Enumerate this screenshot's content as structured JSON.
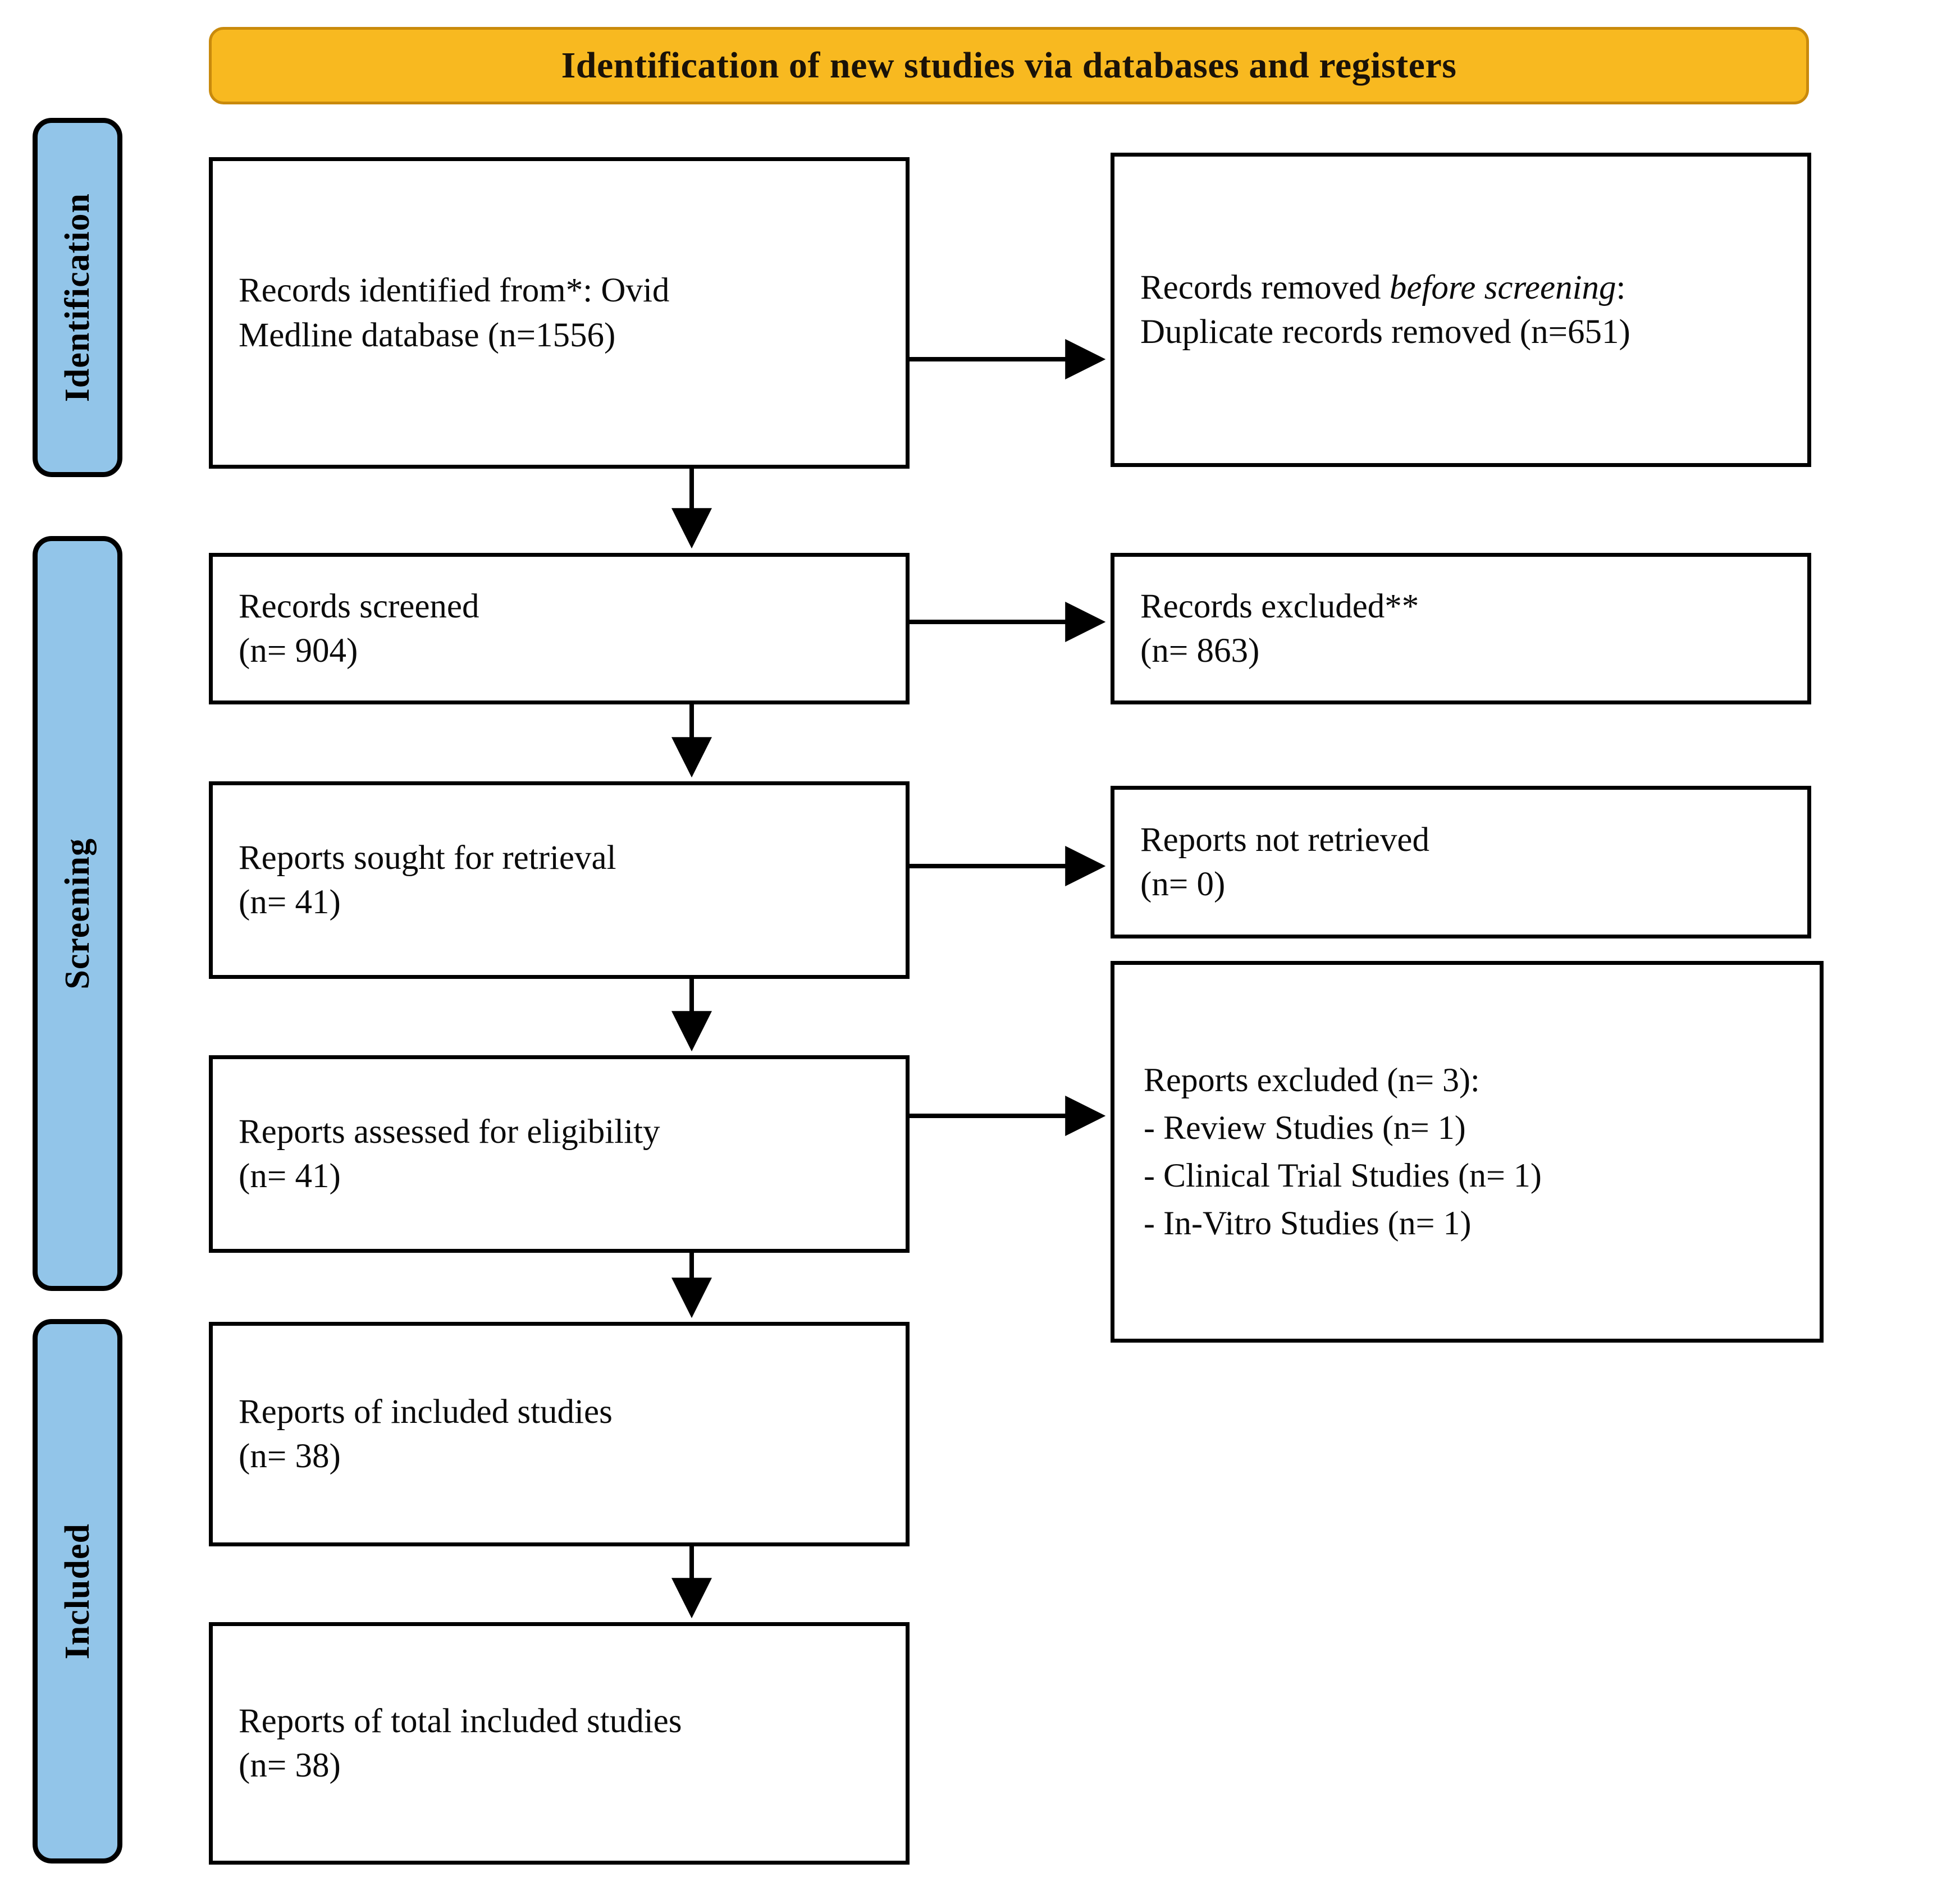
{
  "header": {
    "title": "Identification of new studies via databases and registers",
    "banner_color": "#F8B920"
  },
  "stages": [
    {
      "key": "identification",
      "label": "Identification",
      "color": "#92C5E9"
    },
    {
      "key": "screening",
      "label": "Screening",
      "color": "#92C5E9"
    },
    {
      "key": "included",
      "label": "Included",
      "color": "#92C5E9"
    }
  ],
  "boxes": {
    "identified": {
      "line1": "Records identified from*: Ovid",
      "line2": "Medline database (n=1556)",
      "count": 1556
    },
    "removed": {
      "line1_prefix": "Records removed ",
      "line1_italic": "before screening",
      "line1_suffix": ":",
      "line2": "Duplicate records removed (n=651)",
      "count": 651
    },
    "screened": {
      "line1": "Records screened",
      "line2": "(n= 904)",
      "count": 904
    },
    "excluded": {
      "line1": "Records excluded**",
      "line2": "(n= 863)",
      "count": 863
    },
    "sought": {
      "line1": "Reports sought for retrieval",
      "line2": "(n= 41)",
      "count": 41
    },
    "not_retrieved": {
      "line1": "Reports not retrieved",
      "line2": "(n= 0)",
      "count": 0
    },
    "assessed": {
      "line1": "Reports assessed for eligibility",
      "line2": "(n= 41)",
      "count": 41
    },
    "reports_excluded": {
      "line1": "Reports excluded (n= 3):",
      "line2": "- Review Studies (n= 1)",
      "line3": "- Clinical Trial Studies (n= 1)",
      "line4": "- In-Vitro Studies (n= 1)",
      "count": 3,
      "reasons": [
        {
          "label": "Review Studies",
          "count": 1
        },
        {
          "label": "Clinical Trial Studies",
          "count": 1
        },
        {
          "label": "In-Vitro Studies",
          "count": 1
        }
      ]
    },
    "included": {
      "line1": "Reports of included studies",
      "line2": "(n= 38)",
      "count": 38
    },
    "total_included": {
      "line1": "Reports of total included studies",
      "line2": "(n= 38)",
      "count": 38
    }
  }
}
